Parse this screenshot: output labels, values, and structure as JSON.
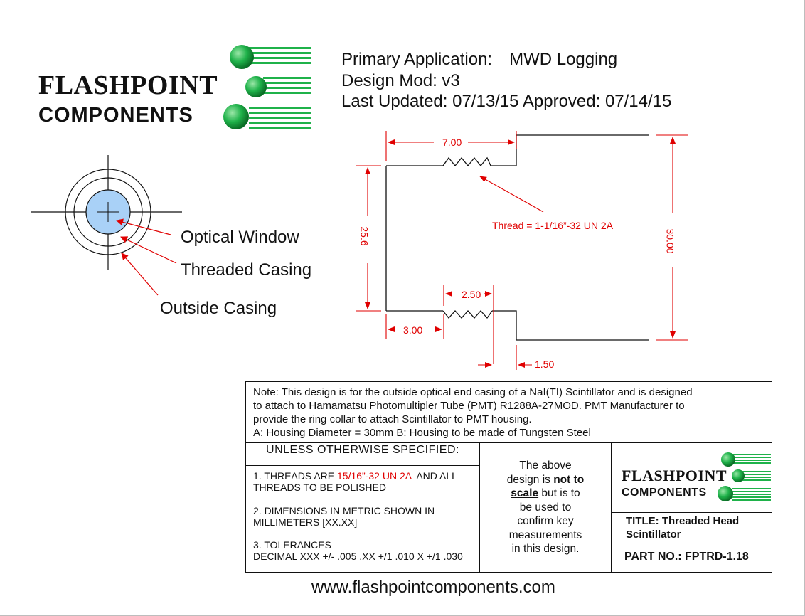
{
  "header": {
    "primary_application_label": "Primary Application:",
    "primary_application_value": "MWD Logging",
    "design_mod": "Design Mod: v3",
    "last_updated": "Last Updated: 07/13/15 Approved: 07/14/15"
  },
  "logo": {
    "line1": "FLASHPOINT",
    "line2": "COMPONENTS",
    "primary_color": "#1a1a1a",
    "accent_color": "#1fb24a"
  },
  "callouts": {
    "optical_window": "Optical Window",
    "threaded_casing": "Threaded Casing",
    "outside_casing": "Outside Casing"
  },
  "dimensions": {
    "top_width": "7.00",
    "left_height": "25.6",
    "right_height": "30.00",
    "thread_width": "2.50",
    "bottom_left_width": "3.00",
    "step_width": "1.50",
    "thread_spec": "Thread = 1-1/16”-32 UN 2A",
    "dimension_color": "#e00000",
    "window_color": "#a9d1f7"
  },
  "notes": {
    "line1": "Note: This design is for the outside optical end casing of a NaI(TI) Scintillator and is designed",
    "line2": "to attach to Hamamatsu Photomultipler Tube (PMT) R1288A-27MOD.  PMT Manufacturer to",
    "line3": "provide the ring collar to attach Scintillator to PMT housing.",
    "line4": "A: Housing Diameter = 30mm   B: Housing to be made of Tungsten Steel"
  },
  "spec": {
    "heading": "UNLESS OTHERWISE SPECIFIED:",
    "item1_prefix": "1. THREADS ARE ",
    "item1_red": "15/16”-32 UN 2A",
    "item1_suffix": "  AND ALL",
    "item1_line2": "THREADS TO BE POLISHED",
    "item2_line1": "2. DIMENSIONS IN METRIC SHOWN IN",
    "item2_line2": "MILLIMETERS [XX.XX]",
    "item3_line1": "3. TOLERANCES",
    "item3_line2": "DECIMAL XXX +/- .005 .XX +/1 .010 X +/1 .030"
  },
  "scale_note": {
    "line1": "The above",
    "line2a": "design is ",
    "line2b": "not to",
    "line3a": "scale",
    "line3b": " but is to",
    "line4": "be used to",
    "line5": "confirm key",
    "line6": "measurements",
    "line7": "in this design."
  },
  "title_block": {
    "title_line1": "TITLE: Threaded Head",
    "title_line2": "Scintillator",
    "part_no": "PART NO.: FPTRD-1.18"
  },
  "footer": {
    "website": "www.flashpointcomponents.com"
  }
}
